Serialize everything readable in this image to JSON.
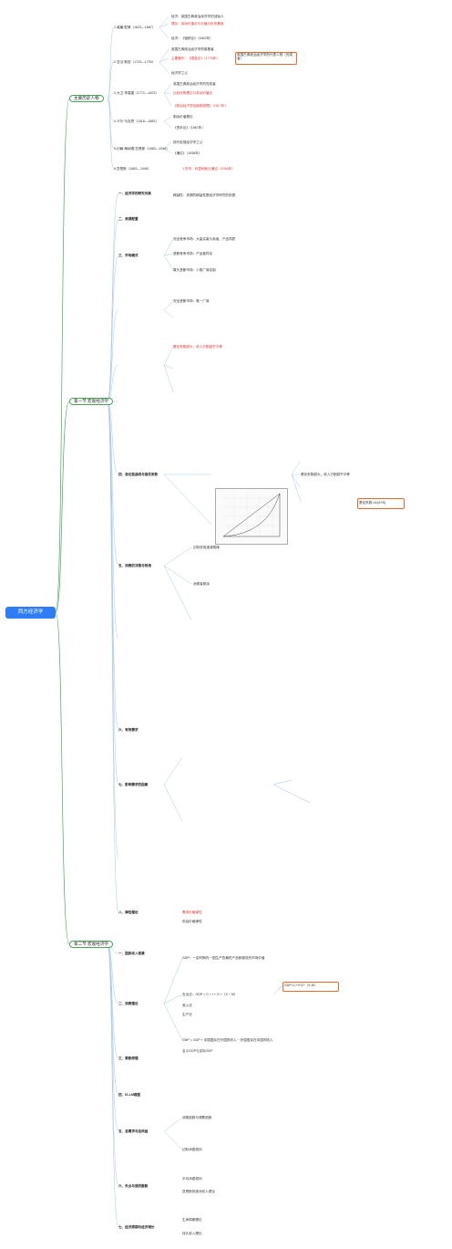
{
  "root": {
    "title": "西方经济学"
  },
  "branches": {
    "people": {
      "label": "主要历史人物"
    },
    "sec1": {
      "label": "第一节 宏观经济学"
    },
    "sec2": {
      "label": "第二节 宏观经济学"
    }
  },
  "people": [
    {
      "label": "1.威廉·配第（1623—1687）",
      "notes": [
        "经济：英国古典政治经济学的创始人",
        "理论：劳动价值论与价值分析的基础",
        "经济：《赋税论》（1662年）"
      ]
    },
    {
      "label": "2.亚当·斯密（1723—1790）",
      "notes": [
        "英国古典政治经济学的奠基者",
        "主要著作：《国富论》（1776年）",
        "经济学之父"
      ]
    },
    {
      "label": "3.大卫·李嘉图（1772—1823）",
      "notes": [
        "英国古典政治经济学的完成者",
        "比较优势理论与劳动价值论",
        "《政治经济学及赋税原理》（1817年）"
      ]
    },
    {
      "label": "4.卡尔·马克思（1818—1883）",
      "notes": [
        "剩余价值理论",
        "《资本论》（1867年）"
      ]
    },
    {
      "label": "5.约翰·梅纳德·凯恩斯（1883—1946）",
      "notes": [
        "现代宏观经济学之父",
        "《通论》（1936年）"
      ]
    },
    {
      "label": "6.凯恩斯（1883—1946）",
      "notes": [
        "1.货币、利息和就业通论（1936年）"
      ]
    }
  ],
  "sec1_topics": [
    "一、经济学的研究对象",
    "二、资源配置",
    "三、市场模式",
    "四、洛伦兹曲线与基尼系数",
    "五、消费的决策与效用",
    "六、有效需求",
    "七、影响需求的因素",
    "八、弹性理论"
  ],
  "sec1_notes": [
    "稀缺性：资源的稀缺性是经济学研究的前提",
    "完全竞争市场：大量买者与卖者，产品同质",
    "垄断竞争市场：产品差异化",
    "寡头垄断市场：少数厂商控制",
    "完全垄断市场：唯一厂商",
    "基尼系数 = A/(A+B)",
    "基尼系数越大，收入分配越不平等",
    "边际效用递减规律",
    "消费者剩余",
    "需求价格弹性",
    "供给价格弹性"
  ],
  "sec2_topics": [
    "一、国民收入核算",
    "二、消费理论",
    "三、乘数原理",
    "四、IS-LM模型",
    "五、总需求与总供给",
    "六、失业与通货膨胀",
    "七、经济周期与经济增长"
  ],
  "sec2_notes": [
    "GDP：一定时期内一国生产的最终产品和服务的市场价值",
    "支出法：GDP = C + I + G +（X − M）",
    "收入法",
    "生产法",
    "GNP = GDP + 本国居民在外国的收入 − 外国居民在本国的收入",
    "名义GDP与实际GDP",
    "消费函数与储蓄函数",
    "边际消费倾向",
    "平均消费倾向",
    "凯恩斯的绝对收入理论",
    "生命周期理论",
    "持久收入理论"
  ],
  "formula_box": "GDP=C+I+G+（X-M）",
  "gini_box": "基尼系数=A/(A+B)",
  "highlight_box": "英国古典政治经济学的代表人物（完成者）"
}
